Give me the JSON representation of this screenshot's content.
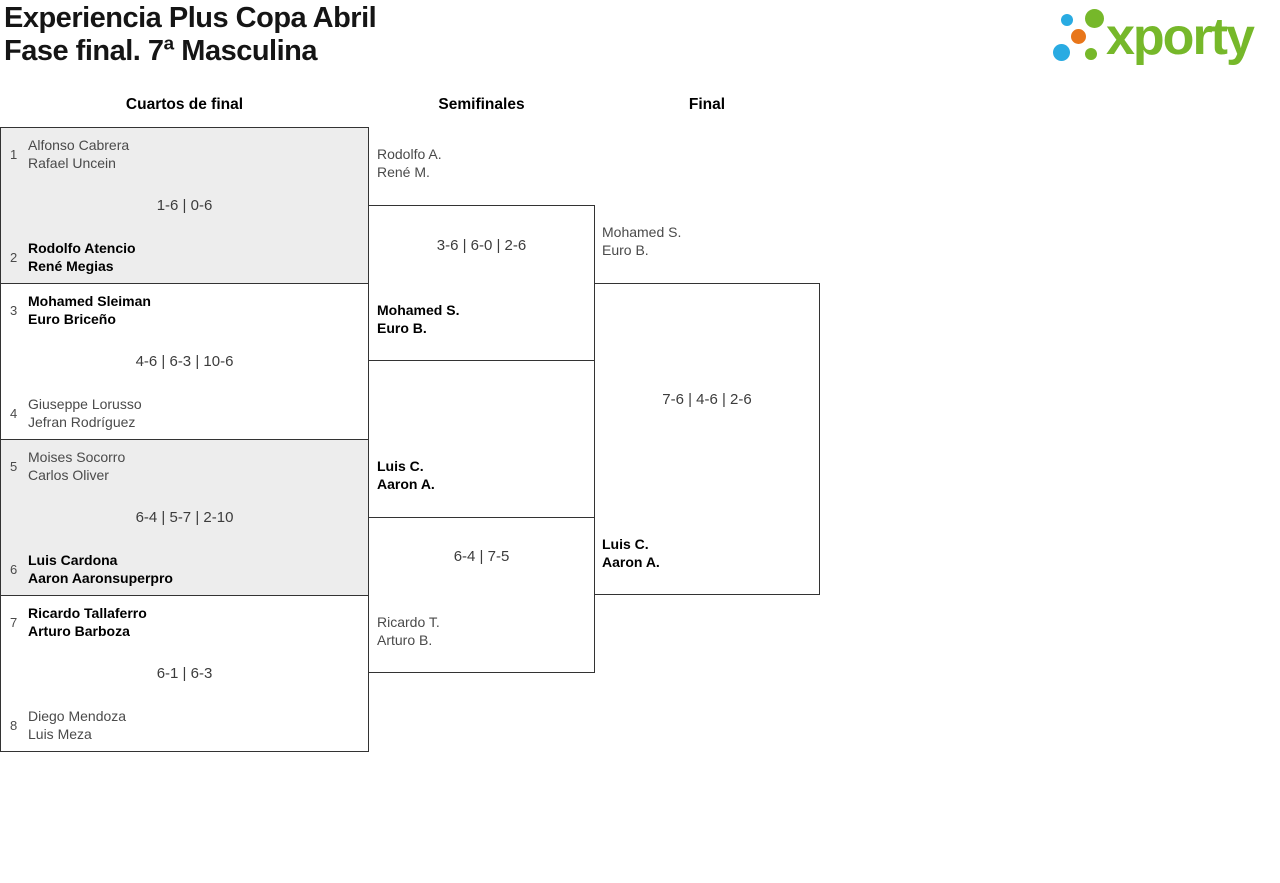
{
  "colors": {
    "brand_green": "#76b82a",
    "brand_blue": "#29abe2",
    "brand_orange": "#e8761a",
    "shaded_box_bg": "#ededed",
    "bracket_line": "#333333",
    "winner_text": "#000000",
    "muted_text": "#4a4a4a"
  },
  "header": {
    "title_line1": "Experiencia Plus Copa Abril",
    "title_line2": "Fase final. 7ª Masculina",
    "logo_text": "xporty"
  },
  "rounds": [
    {
      "label": "Cuartos de final"
    },
    {
      "label": "Semifinales"
    },
    {
      "label": "Final"
    }
  ],
  "quarterfinals": [
    {
      "top": {
        "seed": "1",
        "line1": "Alfonso Cabrera",
        "line2": "Rafael Uncein",
        "winner": false
      },
      "score": "1-6 | 0-6",
      "bottom": {
        "seed": "2",
        "line1": "Rodolfo Atencio",
        "line2": "René Megias",
        "winner": true
      }
    },
    {
      "top": {
        "seed": "3",
        "line1": "Mohamed Sleiman",
        "line2": "Euro Briceño",
        "winner": true
      },
      "score": "4-6 | 6-3 | 10-6",
      "bottom": {
        "seed": "4",
        "line1": "Giuseppe Lorusso",
        "line2": "Jefran Rodríguez",
        "winner": false
      }
    },
    {
      "top": {
        "seed": "5",
        "line1": "Moises Socorro",
        "line2": "Carlos Oliver",
        "winner": false
      },
      "score": "6-4 | 5-7 | 2-10",
      "bottom": {
        "seed": "6",
        "line1": "Luis Cardona",
        "line2": "Aaron Aaronsuperpro",
        "winner": true
      }
    },
    {
      "top": {
        "seed": "7",
        "line1": "Ricardo Tallaferro",
        "line2": "Arturo Barboza",
        "winner": true
      },
      "score": "6-1 | 6-3",
      "bottom": {
        "seed": "8",
        "line1": "Diego Mendoza",
        "line2": "Luis Meza",
        "winner": false
      }
    }
  ],
  "semifinals": [
    {
      "top": {
        "line1": "Rodolfo A.",
        "line2": "René M.",
        "winner": false
      },
      "score": "3-6 | 6-0 | 2-6",
      "bottom": {
        "line1": "Mohamed S.",
        "line2": "Euro B.",
        "winner": true
      }
    },
    {
      "top": {
        "line1": "Luis C.",
        "line2": "Aaron A.",
        "winner": true
      },
      "score": "6-4 | 7-5",
      "bottom": {
        "line1": "Ricardo T.",
        "line2": "Arturo B.",
        "winner": false
      }
    }
  ],
  "final": {
    "top": {
      "line1": "Mohamed S.",
      "line2": "Euro B.",
      "winner": false
    },
    "score": "7-6 | 4-6 | 2-6",
    "bottom": {
      "line1": "Luis C.",
      "line2": "Aaron A.",
      "winner": true
    }
  }
}
